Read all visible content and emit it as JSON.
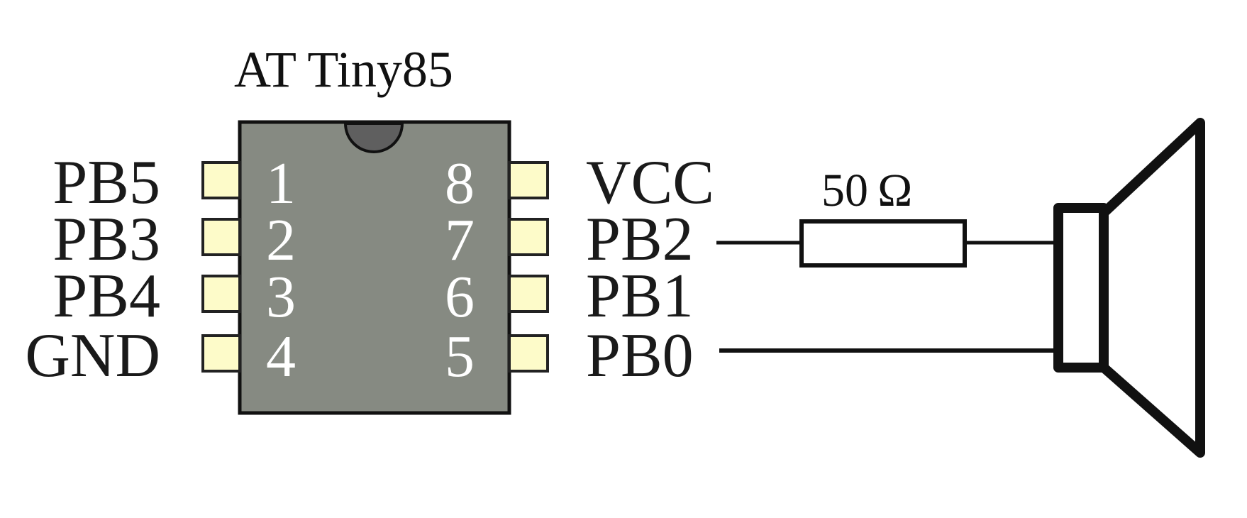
{
  "chip": {
    "title": "AT Tiny85",
    "body_color": "#868a82",
    "pad_color": "#fdfbc9",
    "left_pins": [
      {
        "number": "1",
        "label": "PB5"
      },
      {
        "number": "2",
        "label": "PB3"
      },
      {
        "number": "3",
        "label": "PB4"
      },
      {
        "number": "4",
        "label": "GND"
      }
    ],
    "right_pins": [
      {
        "number": "8",
        "label": "VCC"
      },
      {
        "number": "7",
        "label": "PB2"
      },
      {
        "number": "6",
        "label": "PB1"
      },
      {
        "number": "5",
        "label": "PB0"
      }
    ]
  },
  "resistor": {
    "label": "50 Ω"
  },
  "speaker": {
    "icon": "speaker-icon"
  }
}
